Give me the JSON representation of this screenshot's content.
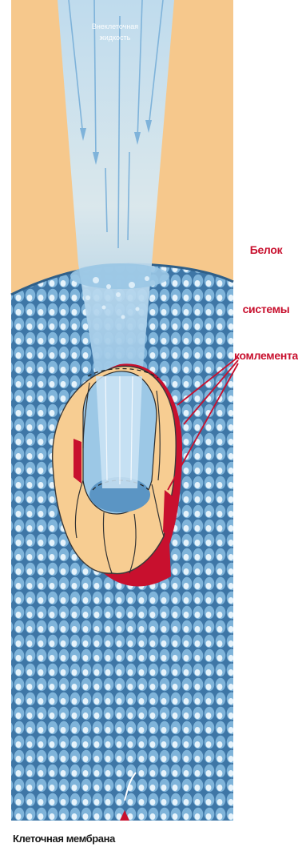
{
  "labels": {
    "extracellular_fluid_line1": "Внеклеточная",
    "extracellular_fluid_line2": "жидкость",
    "protein_line1": "Белок",
    "protein_line2": "системы",
    "protein_line3": "комлемента",
    "cell_membrane": "Клеточная мембрана"
  },
  "colors": {
    "background_fluid": "#f6c88c",
    "membrane_blue": "#4f85b2",
    "bead_light": "#8ec0e2",
    "bead_highlight": "#eaf5fc",
    "stream_light": "#cfe6f5",
    "pore_tan": "#f7cd92",
    "protein_red": "#c8102e",
    "label_red": "#c8102e"
  }
}
